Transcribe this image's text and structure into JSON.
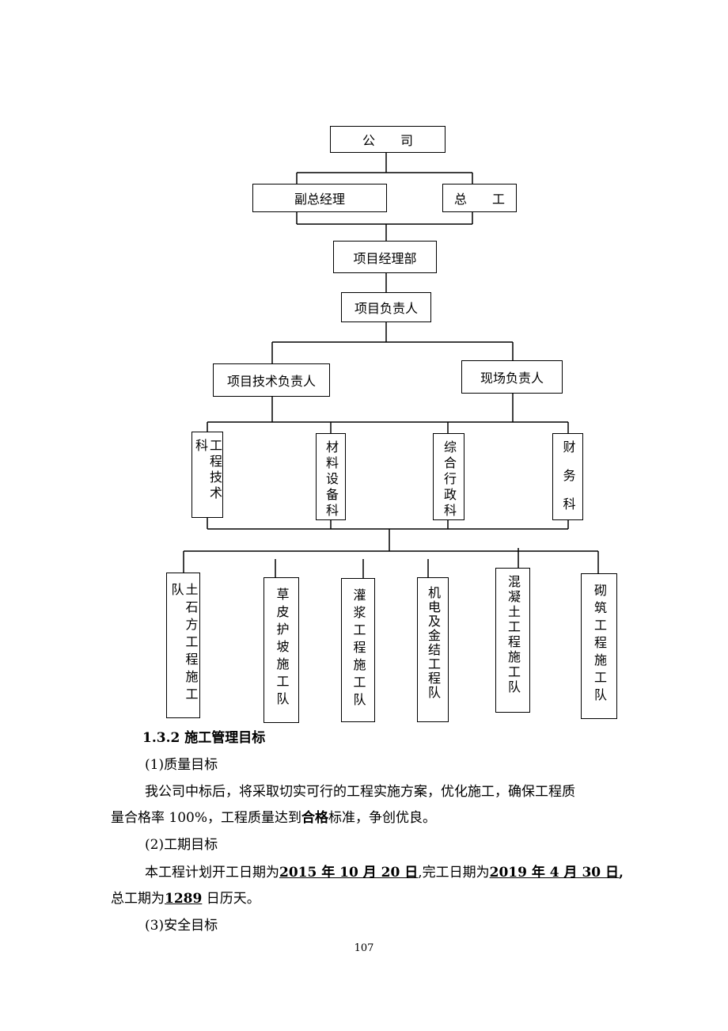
{
  "org_chart": {
    "company": "公　　司",
    "deputy_gm": "副总经理",
    "chief_engineer": "总　　工",
    "pm_dept": "项目经理部",
    "project_lead": "项目负责人",
    "tech_lead": "项目技术负责人",
    "site_lead": "现场负责人",
    "sections": [
      "工程技术科",
      "材料设备科",
      "综合行政科",
      "财　务　科"
    ],
    "teams": [
      "土石方工程施工队",
      "草皮护坡施工队",
      "灌浆工程施工队",
      "机电及金结工程队",
      "混凝土工程施工队",
      "砌筑工程施工队"
    ]
  },
  "text": {
    "heading": "1.3.2 施工管理目标",
    "q_title": "(1)质量目标",
    "q_p1": "我公司中标后，将采取切实可行的工程实施方案，优化施工，确保工程质",
    "q_p2_a": "量合格率 100%，工程质量达到",
    "q_p2_b": "合格",
    "q_p2_c": "标准，争创优良。",
    "s_title": "(2)工期目标",
    "s_p1_a": "本工程计划开工日期为",
    "s_p1_start": "2015 年 10 月 20 日",
    "s_p1_b": ",完工日期为",
    "s_p1_end": "2019 年 4 月 30 日",
    "s_p1_c": ",",
    "s_p2_a": "总工期为",
    "s_p2_days": "1289",
    "s_p2_b": " 日历天。",
    "safety_title": "(3)安全目标"
  },
  "page_number": "107"
}
